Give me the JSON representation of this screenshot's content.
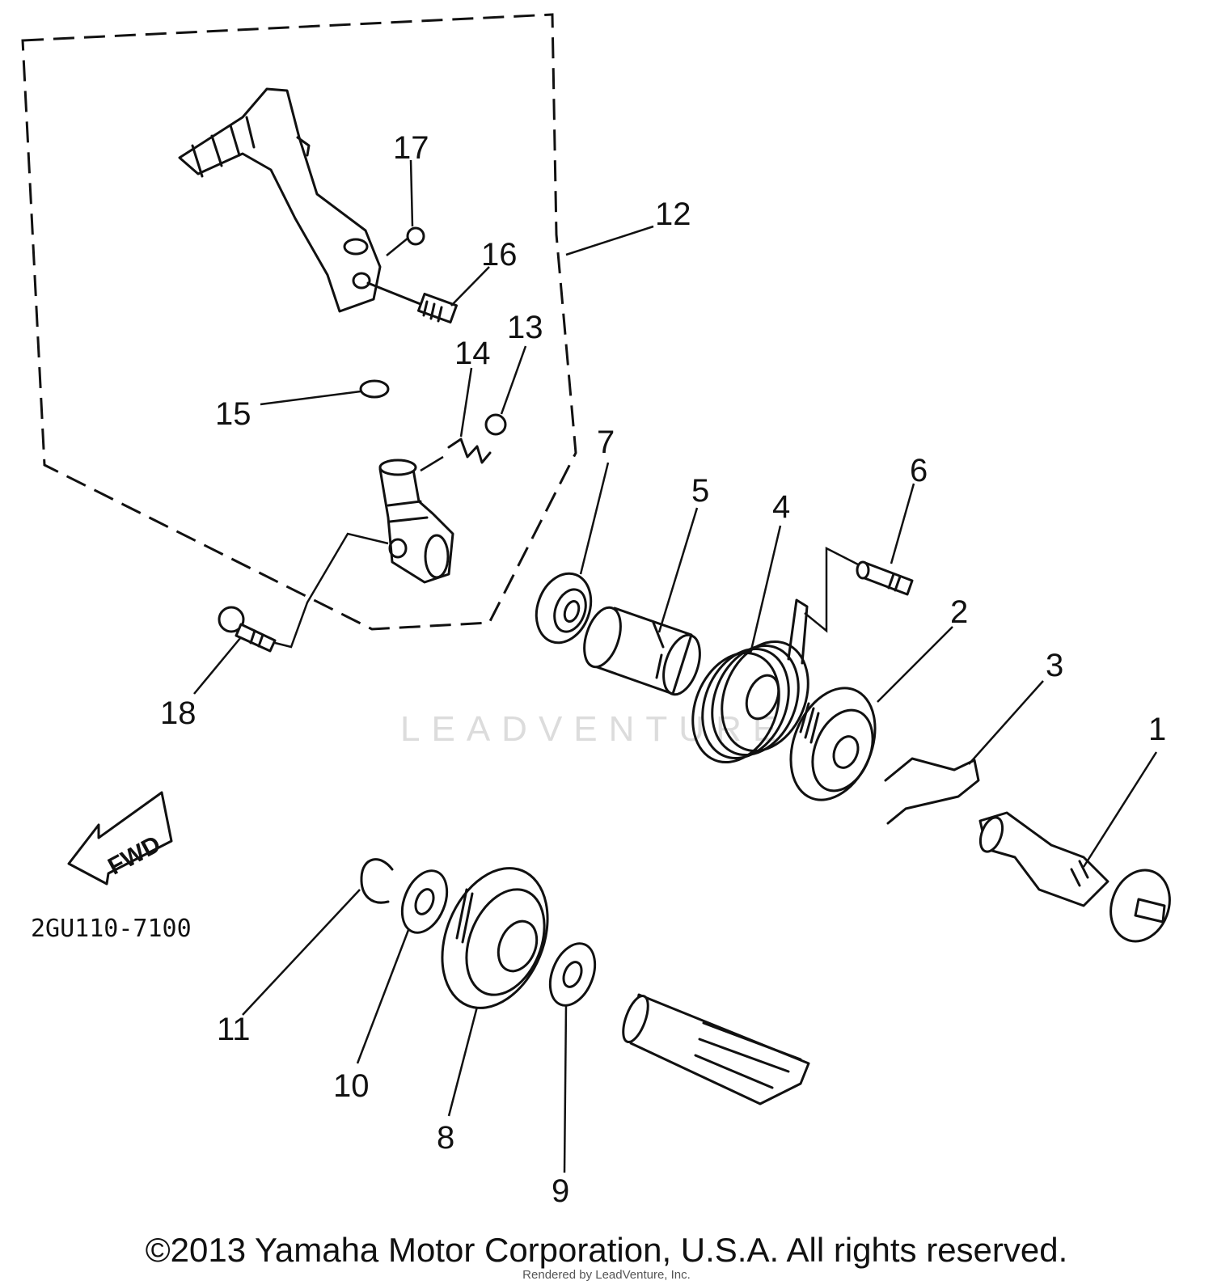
{
  "diagram": {
    "part_number_code": "2GU110-7100",
    "direction_label": "FWD",
    "watermark": "LEADVENTURE",
    "callouts": [
      "1",
      "2",
      "3",
      "4",
      "5",
      "6",
      "7",
      "8",
      "9",
      "10",
      "11",
      "12",
      "13",
      "14",
      "15",
      "16",
      "17",
      "18"
    ]
  },
  "footer": {
    "copyright": "©2013 Yamaha Motor Corporation, U.S.A. All rights reserved.",
    "rendered_by": "Rendered by LeadVenture, Inc."
  }
}
